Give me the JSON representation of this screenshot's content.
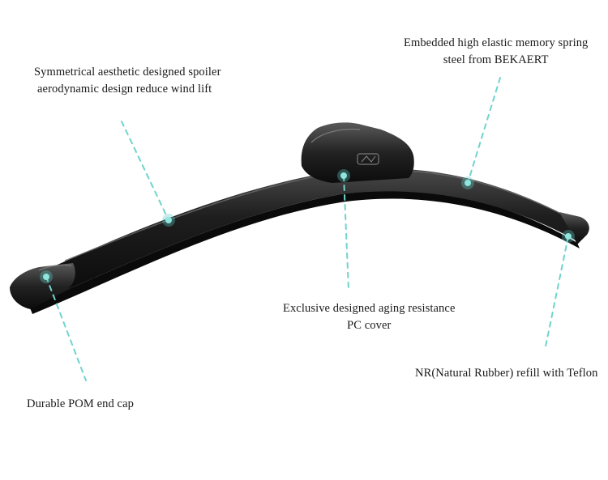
{
  "colors": {
    "leader": "#6fd3cc",
    "dot": "#8fe6df",
    "blade": "#161616",
    "text": "#1a1a1a"
  },
  "product_icon": "wiper-blade-image",
  "callouts": {
    "spoiler": {
      "lines": [
        "Symmetrical aesthetic designed spoiler",
        "aerodynamic design reduce wind lift"
      ]
    },
    "spring": {
      "lines": [
        "Embedded high elastic memory spring",
        "steel from BEKAERT"
      ]
    },
    "cover": {
      "lines": [
        "Exclusive designed aging resistance",
        "PC cover"
      ]
    },
    "refill": {
      "lines": [
        "NR(Natural Rubber) refill with Teflon"
      ]
    },
    "endcap": {
      "lines": [
        "Durable POM end cap"
      ]
    }
  }
}
